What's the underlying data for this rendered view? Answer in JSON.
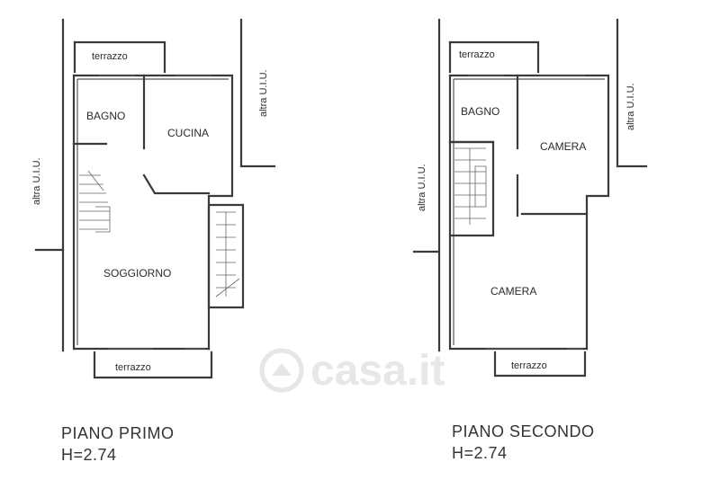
{
  "watermark": "casa.it",
  "floor1": {
    "title": "PIANO PRIMO",
    "height": "H=2.74",
    "rooms": {
      "terrace_top": "terrazzo",
      "bathroom": "BAGNO",
      "kitchen": "CUCINA",
      "living": "SOGGIORNO",
      "terrace_bottom": "terrazzo"
    },
    "adjacent_left": "altra U.I.U.",
    "adjacent_right": "altra U.I.U."
  },
  "floor2": {
    "title": "PIANO SECONDO",
    "height": "H=2.74",
    "rooms": {
      "terrace_top": "terrazzo",
      "bathroom": "BAGNO",
      "bedroom_top": "CAMERA",
      "bedroom_bottom": "CAMERA",
      "terrace_bottom": "terrazzo"
    },
    "adjacent_left": "altra U.I.U.",
    "adjacent_right": "altra U.I.U."
  }
}
